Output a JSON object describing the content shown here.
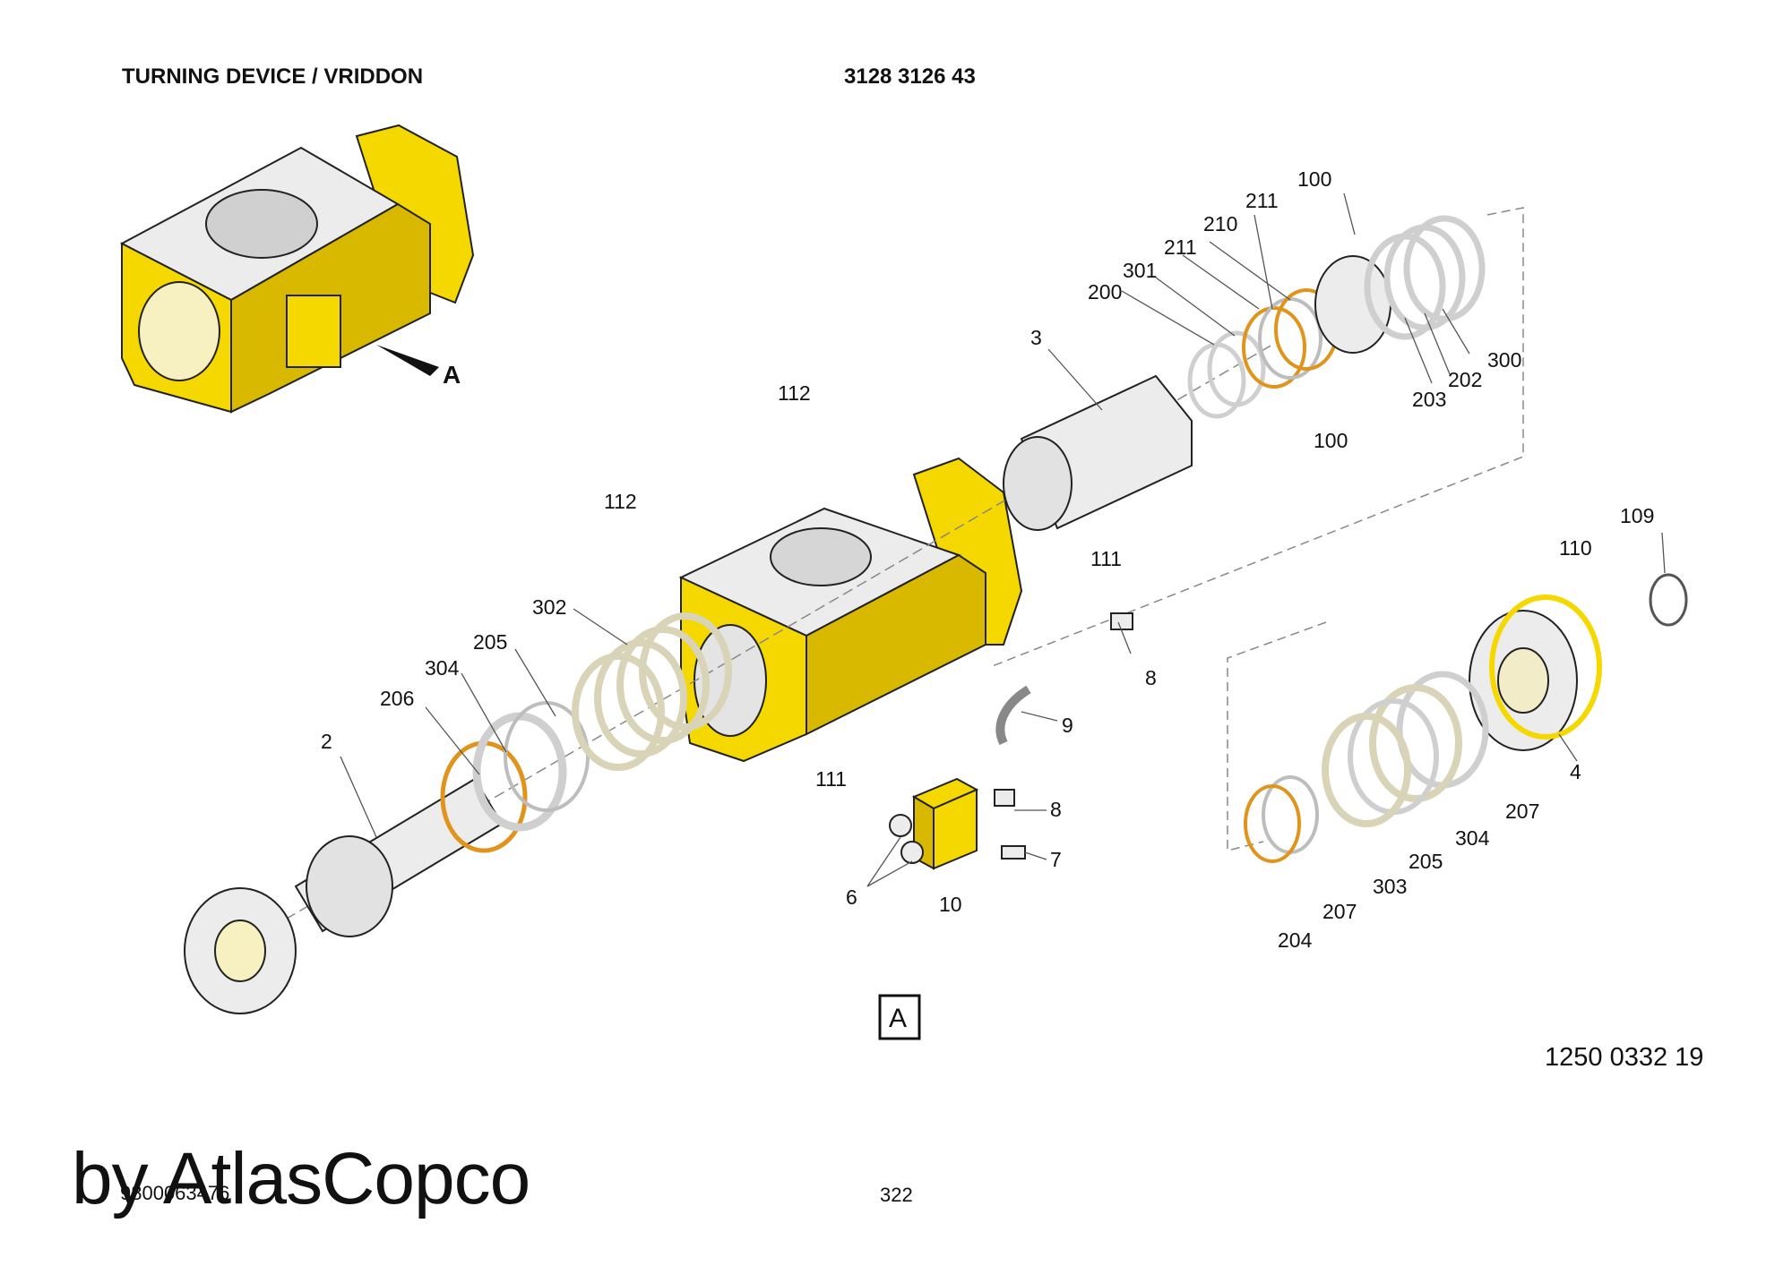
{
  "header": {
    "title": "TURNING DEVICE / VRIDDON",
    "part_number": "3128 3126 43"
  },
  "callouts": [
    "100",
    "211",
    "210",
    "211",
    "301",
    "200",
    "3",
    "300",
    "202",
    "203",
    "100",
    "112",
    "112",
    "111",
    "302",
    "205",
    "304",
    "206",
    "2",
    "8",
    "9",
    "111",
    "8",
    "7",
    "6",
    "10",
    "109",
    "110",
    "4",
    "207",
    "304",
    "205",
    "303",
    "207",
    "204"
  ],
  "detail_marker": "A",
  "overview_marker": "A",
  "reference": "1250 0332 19",
  "watermark": "by AtlasCopco",
  "doc_number": "9800063476",
  "page_number": "322",
  "colors": {
    "housing": "#f5d800",
    "housing_dark": "#d9b900",
    "metal": "#ececec",
    "metal_dark": "#bdbdbd",
    "ring_orange": "#e0941c",
    "line": "#222222",
    "ink": "#111111"
  }
}
